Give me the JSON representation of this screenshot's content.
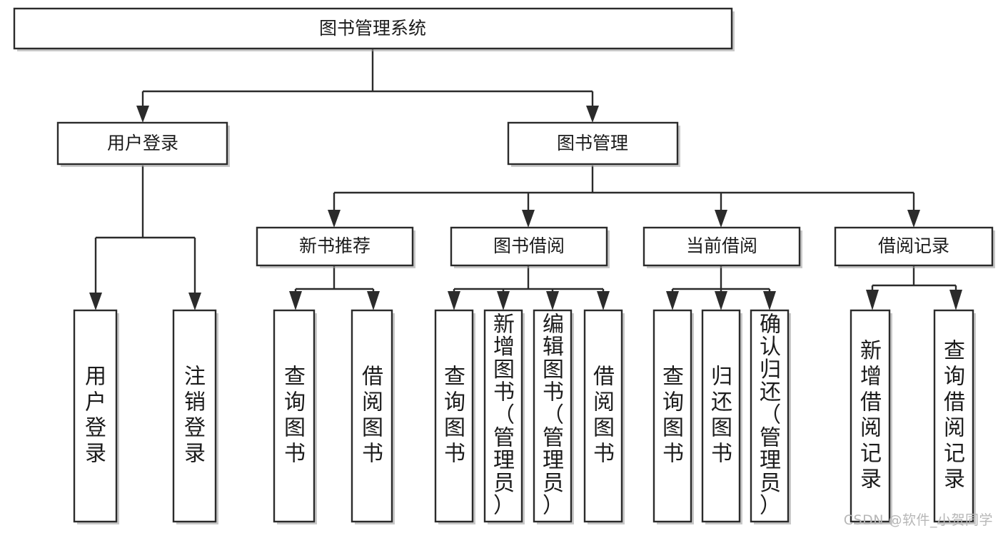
{
  "diagram": {
    "type": "tree",
    "title_node": {
      "label": "图书管理系统"
    },
    "level1": [
      {
        "label": "用户登录"
      },
      {
        "label": "图书管理"
      }
    ],
    "level2": [
      {
        "label": "新书推荐"
      },
      {
        "label": "图书借阅"
      },
      {
        "label": "当前借阅"
      },
      {
        "label": "借阅记录"
      }
    ],
    "leaves": {
      "user_login": [
        {
          "label": "用户登录"
        },
        {
          "label": "注销登录"
        }
      ],
      "new_book": [
        {
          "label": "查询图书"
        },
        {
          "label": "借阅图书"
        }
      ],
      "book_borrow": [
        {
          "label": "查询图书"
        },
        {
          "label": "新增图书（管理员）"
        },
        {
          "label": "编辑图书（管理员）"
        },
        {
          "label": "借阅图书"
        }
      ],
      "current_borrow": [
        {
          "label": "查询图书"
        },
        {
          "label": "归还图书"
        },
        {
          "label": "确认归还（管理员）"
        }
      ],
      "borrow_record": [
        {
          "label": "新增借阅记录"
        },
        {
          "label": "查询借阅记录"
        }
      ]
    }
  },
  "watermark": {
    "text": "CSDN @软件_小贺同学"
  },
  "colors": {
    "stroke": "#2b2b2b",
    "box_fill": "#ffffff",
    "text": "#1b1b1b",
    "watermark": "#b7b7b7",
    "background": "#ffffff"
  }
}
